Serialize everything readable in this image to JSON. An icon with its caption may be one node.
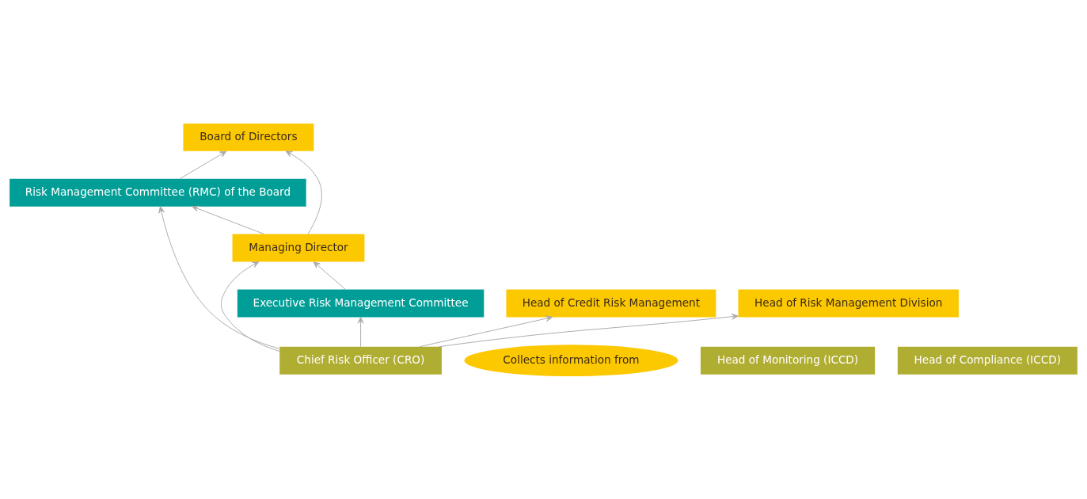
{
  "diagram": {
    "nodes": [
      {
        "text": [
          "Board of Directors"
        ]
      },
      {
        "text": [
          "Risk Management Committee (RMC) of the Board"
        ]
      },
      {
        "text": [
          "Managing Director"
        ]
      },
      {
        "text": [
          "Executive Risk Management Committee"
        ]
      },
      {
        "text": [
          "Chief Risk Officer (CRO)"
        ]
      },
      {
        "text": [
          "Head of Credit Risk Management"
        ]
      },
      {
        "text": [
          "Head of Risk Management Division"
        ]
      },
      {
        "text": [
          "Collects information from"
        ]
      },
      {
        "text": [
          "Head of Monitoring (ICCD)"
        ]
      },
      {
        "text": [
          "Head of Compliance (ICCD)"
        ]
      }
    ],
    "edges": [
      {
        "from": 1,
        "to": 0,
        "arrow": "to"
      },
      {
        "from": 2,
        "to": 0,
        "arrow": "to"
      },
      {
        "from": 2,
        "to": 1,
        "arrow": "to"
      },
      {
        "from": 3,
        "to": 2,
        "arrow": "to"
      },
      {
        "from": 4,
        "to": 2,
        "arrow": "to"
      },
      {
        "from": 4,
        "to": 1,
        "arrow": "to"
      },
      {
        "from": 4,
        "to": 3,
        "arrow": "to"
      },
      {
        "from": 4,
        "to": 5,
        "arrow": "to"
      },
      {
        "from": 4,
        "to": 6,
        "arrow": "to"
      }
    ]
  }
}
